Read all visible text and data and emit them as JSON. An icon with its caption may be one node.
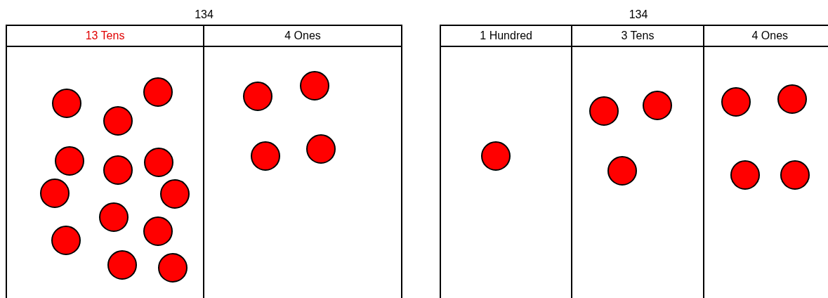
{
  "diagram": {
    "nodes": [
      {
        "text": [
          "134"
        ]
      },
      {
        "text": [
          "13 Tens"
        ],
        "in": 0
      },
      {
        "text": [
          "4 Ones"
        ],
        "in": 0
      },
      {
        "text": [
          "134"
        ]
      },
      {
        "text": [
          "1 Hundred"
        ],
        "in": 3
      },
      {
        "text": [
          "3 Tens"
        ],
        "in": 3
      },
      {
        "text": [
          "4 Ones"
        ],
        "in": 3
      },
      {
        "text": [],
        "shape": "circle",
        "in": 1
      },
      {
        "text": [],
        "shape": "circle",
        "in": 1
      },
      {
        "text": [],
        "shape": "circle",
        "in": 1
      },
      {
        "text": [],
        "shape": "circle",
        "in": 1
      },
      {
        "text": [],
        "shape": "circle",
        "in": 1
      },
      {
        "text": [],
        "shape": "circle",
        "in": 1
      },
      {
        "text": [],
        "shape": "circle",
        "in": 1
      },
      {
        "text": [],
        "shape": "circle",
        "in": 1
      },
      {
        "text": [],
        "shape": "circle",
        "in": 1
      },
      {
        "text": [],
        "shape": "circle",
        "in": 1
      },
      {
        "text": [],
        "shape": "circle",
        "in": 1
      },
      {
        "text": [],
        "shape": "circle",
        "in": 1
      },
      {
        "text": [],
        "shape": "circle",
        "in": 1
      },
      {
        "text": [],
        "shape": "circle",
        "in": 2
      },
      {
        "text": [],
        "shape": "circle",
        "in": 2
      },
      {
        "text": [],
        "shape": "circle",
        "in": 2
      },
      {
        "text": [],
        "shape": "circle",
        "in": 2
      },
      {
        "text": [],
        "shape": "circle",
        "in": 4
      },
      {
        "text": [],
        "shape": "circle",
        "in": 5
      },
      {
        "text": [],
        "shape": "circle",
        "in": 5
      },
      {
        "text": [],
        "shape": "circle",
        "in": 5
      },
      {
        "text": [],
        "shape": "circle",
        "in": 6
      },
      {
        "text": [],
        "shape": "circle",
        "in": 6
      },
      {
        "text": [],
        "shape": "circle",
        "in": 6
      },
      {
        "text": [],
        "shape": "circle",
        "in": 6
      }
    ]
  }
}
